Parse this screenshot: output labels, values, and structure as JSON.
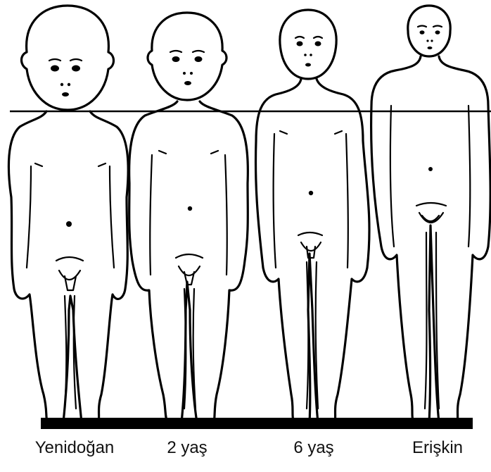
{
  "labels": {
    "newborn": "Yenidoğan",
    "two_years": "2 yaş",
    "six_years": "6 yaş",
    "adult": "Erişkin"
  }
}
